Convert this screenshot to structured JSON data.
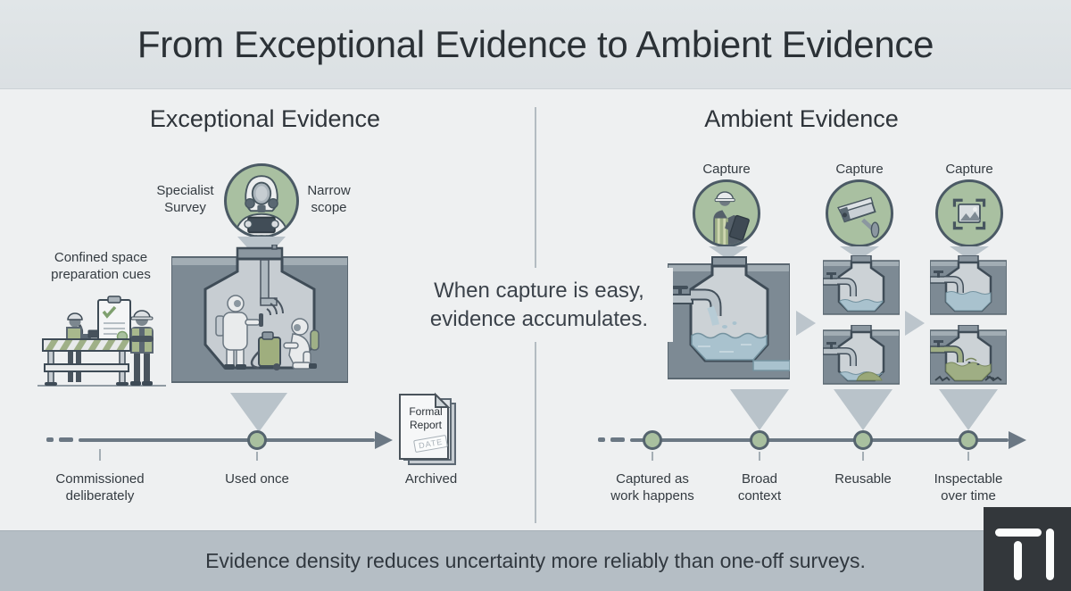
{
  "title": "From Exceptional Evidence to Ambient Evidence",
  "left": {
    "heading": "Exceptional Evidence",
    "specialist": {
      "line1": "Specialist",
      "line2": "Survey"
    },
    "narrow": {
      "line1": "Narrow",
      "line2": "scope"
    },
    "scene": {
      "line1": "Confined space",
      "line2": "preparation cues"
    },
    "milestones": [
      {
        "line1": "Commissioned",
        "line2": "deliberately"
      },
      {
        "line1": "Used once",
        "line2": ""
      },
      {
        "line1": "Archived",
        "line2": ""
      }
    ],
    "document": {
      "line1": "Formal",
      "line2": "Report",
      "stamp": "DATE"
    }
  },
  "center": {
    "line1": "When capture is easy,",
    "line2": "evidence accumulates."
  },
  "right": {
    "heading": "Ambient Evidence",
    "captures": [
      "Capture",
      "Capture",
      "Capture"
    ],
    "milestones": [
      {
        "line1": "Captured as",
        "line2": "work happens"
      },
      {
        "line1": "Broad",
        "line2": "context"
      },
      {
        "line1": "Reusable",
        "line2": ""
      },
      {
        "line1": "Inspectable",
        "line2": "over time"
      }
    ]
  },
  "footer": {
    "text": "Evidence density reduces uncertainty more reliably than one-off surveys."
  },
  "logo": {
    "text": "TI"
  },
  "icons": {
    "left_badge": "hazmat-respirator-icon",
    "capture_1": "worker-tablet-icon",
    "capture_2": "cctv-camera-icon",
    "capture_3": "photo-frame-icon",
    "archived": "formal-report-document-icon",
    "logo": "ti-logo"
  },
  "colors": {
    "header_bg": "#dde2e5",
    "main_bg": "#eef0f1",
    "footer_bg": "#b5bec5",
    "badge_green": "#a9c0a1",
    "node_green": "#a9c09f",
    "slate": "#7d8a94",
    "outline": "#3f4c57",
    "water": "#a9c2ce",
    "sludge": "#9fae84",
    "timeline": "#6b7884",
    "cone": "#b9c3ca",
    "logo_bg": "#33373b"
  }
}
